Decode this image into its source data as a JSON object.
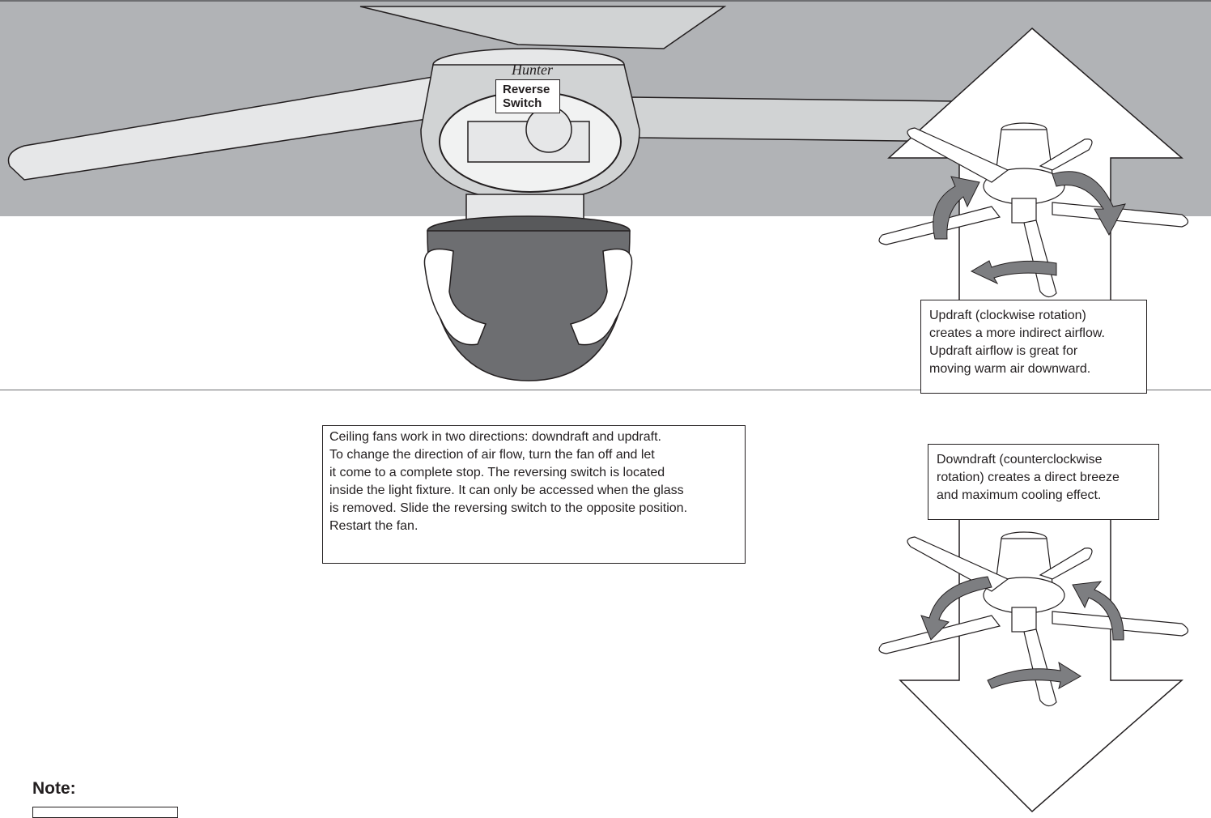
{
  "illustration": {
    "brand_logo": "Hunter",
    "reverse_switch_label": "Reverse\nSwitch"
  },
  "instructions": {
    "main_text": "Ceiling fans work in two directions: downdraft and updraft.\nTo change the direction of air flow, turn the fan off and let\nit come to a complete stop. The reversing switch is located\ninside the light fixture. It can only be accessed when the glass\nis removed. Slide the reversing switch to the opposite position.\nRestart the fan."
  },
  "updraft": {
    "caption": "Updraft (clockwise rotation)\ncreates a more indirect airflow.\nUpdraft airflow is great for\nmoving warm air downward."
  },
  "downdraft": {
    "caption": "Downdraft (counterclockwise\nrotation) creates a direct breeze\nand maximum cooling effect."
  },
  "note": {
    "heading": "Note:"
  },
  "colors": {
    "ceiling": "#b1b3b6",
    "arrow_fill": "#ffffff",
    "rotation_arrow": "#7d7e81",
    "glass_dome": "#6d6e71",
    "line": "#231f20"
  }
}
